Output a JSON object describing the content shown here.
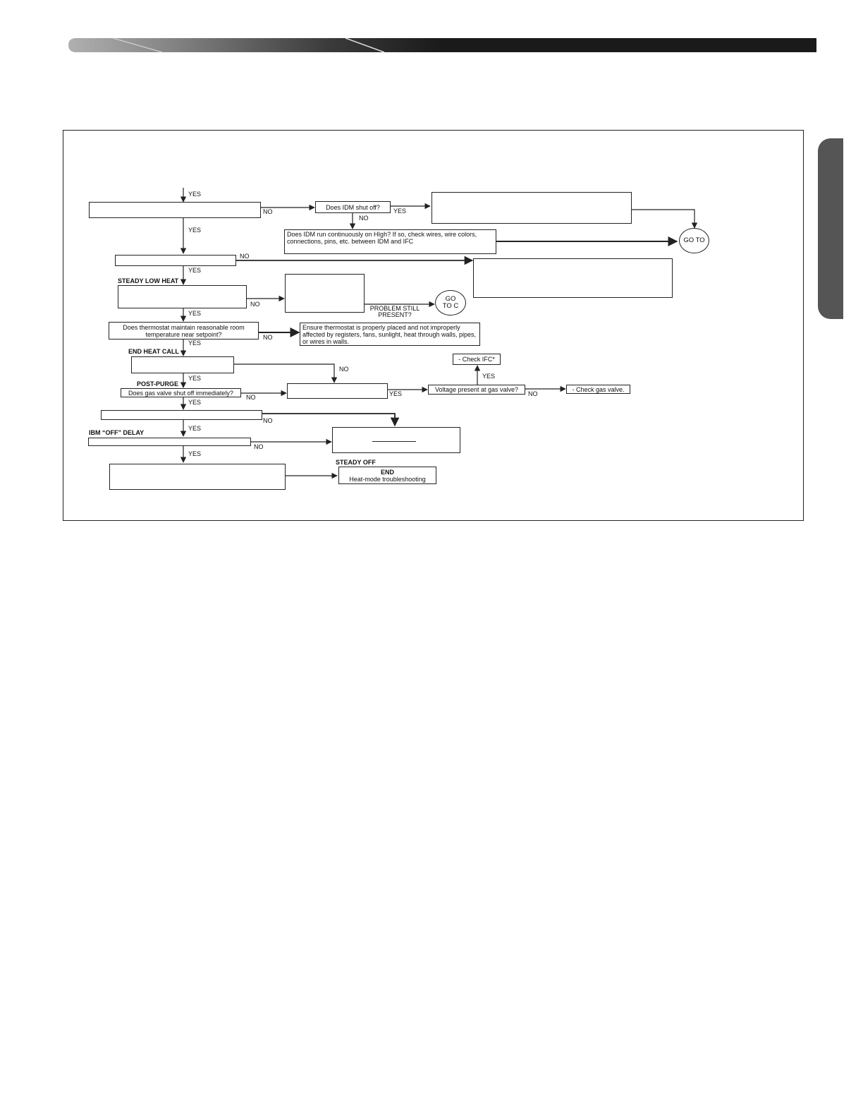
{
  "colors": {
    "header_dark": "#1a1a1a",
    "header_light": "#9a9a9a",
    "side_tab": "#555555",
    "line": "#222222"
  },
  "labels": {
    "yes": "YES",
    "no": "NO"
  },
  "headings": {
    "steady_low_heat": "STEADY LOW HEAT",
    "end_heat_call": "END HEAT CALL",
    "post_purge": "POST-PURGE",
    "ibm_off_delay": "IBM “OFF” DELAY",
    "steady_off": "STEADY OFF"
  },
  "boxes": {
    "idm_shut_off": "Does IDM shut off?",
    "idm_run_continuously": "Does IDM run continuously on HIgh? If so, check wires, wire colors, connections, pins, etc. between IDM and IFC",
    "problem_still_present": "PROBLEM STILL PRESENT?",
    "thermostat_setpoint": "Does thermostat maintain reasonable room temperature near setpoint?",
    "ensure_thermostat": "Ensure thermostat is properly placed and not improperly affected by registers, fans, sunlight, heat through walls, pipes, or wires in walls.",
    "check_ifc": "- Check IFC*",
    "gas_valve_shut_off": "Does gas valve shut off immediately?",
    "voltage_gas_valve": "Voltage present at gas valve?",
    "check_gas_valve": "- Check gas valve.",
    "end_title": "END",
    "end_text": "Heat-mode troubleshooting"
  },
  "connectors": {
    "go_to_top": "GO TO",
    "go_to_c": "GO TO C"
  }
}
